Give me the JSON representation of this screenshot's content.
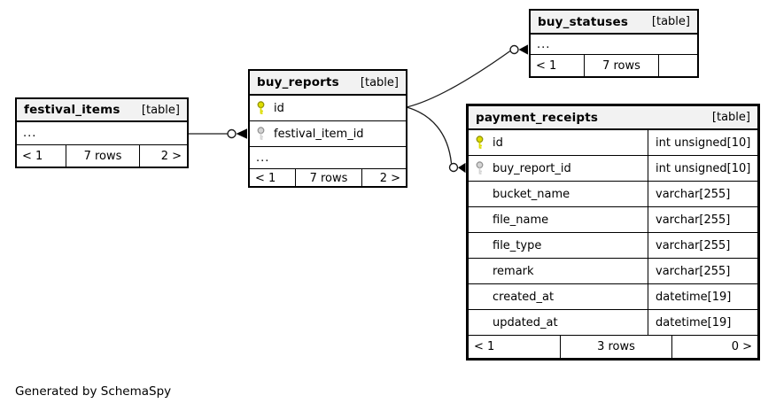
{
  "note": "Generated by SchemaSpy",
  "colors": {
    "pk_key": "#dddd00",
    "pk_key_stroke": "#8f8f00",
    "fk_key": "#d4d4d4",
    "fk_key_stroke": "#8f8f8f",
    "header_bg": "#f2f2f2",
    "border": "#000000",
    "wire": "#1c1c1c"
  },
  "icons": {
    "pk": "primary-key-icon",
    "fk": "foreign-key-icon"
  },
  "tables": {
    "festival_items": {
      "name": "festival_items",
      "tag": "[table]",
      "collapsed": "...",
      "footer": {
        "left": "< 1",
        "center": "7 rows",
        "right": "2 >"
      }
    },
    "buy_reports": {
      "name": "buy_reports",
      "tag": "[table]",
      "columns": [
        {
          "name": "id",
          "key": "pk"
        },
        {
          "name": "festival_item_id",
          "key": "fk"
        }
      ],
      "collapsed": "...",
      "footer": {
        "left": "< 1",
        "center": "7 rows",
        "right": "2 >"
      }
    },
    "buy_statuses": {
      "name": "buy_statuses",
      "tag": "[table]",
      "collapsed": "...",
      "footer": {
        "left": "< 1",
        "center": "7 rows",
        "right": ""
      }
    },
    "payment_receipts": {
      "name": "payment_receipts",
      "tag": "[table]",
      "columns": [
        {
          "name": "id",
          "type": "int unsigned[10]",
          "key": "pk"
        },
        {
          "name": "buy_report_id",
          "type": "int unsigned[10]",
          "key": "fk"
        },
        {
          "name": "bucket_name",
          "type": "varchar[255]"
        },
        {
          "name": "file_name",
          "type": "varchar[255]"
        },
        {
          "name": "file_type",
          "type": "varchar[255]"
        },
        {
          "name": "remark",
          "type": "varchar[255]"
        },
        {
          "name": "created_at",
          "type": "datetime[19]"
        },
        {
          "name": "updated_at",
          "type": "datetime[19]"
        }
      ],
      "footer": {
        "left": "< 1",
        "center": "3 rows",
        "right": "0 >"
      }
    }
  }
}
